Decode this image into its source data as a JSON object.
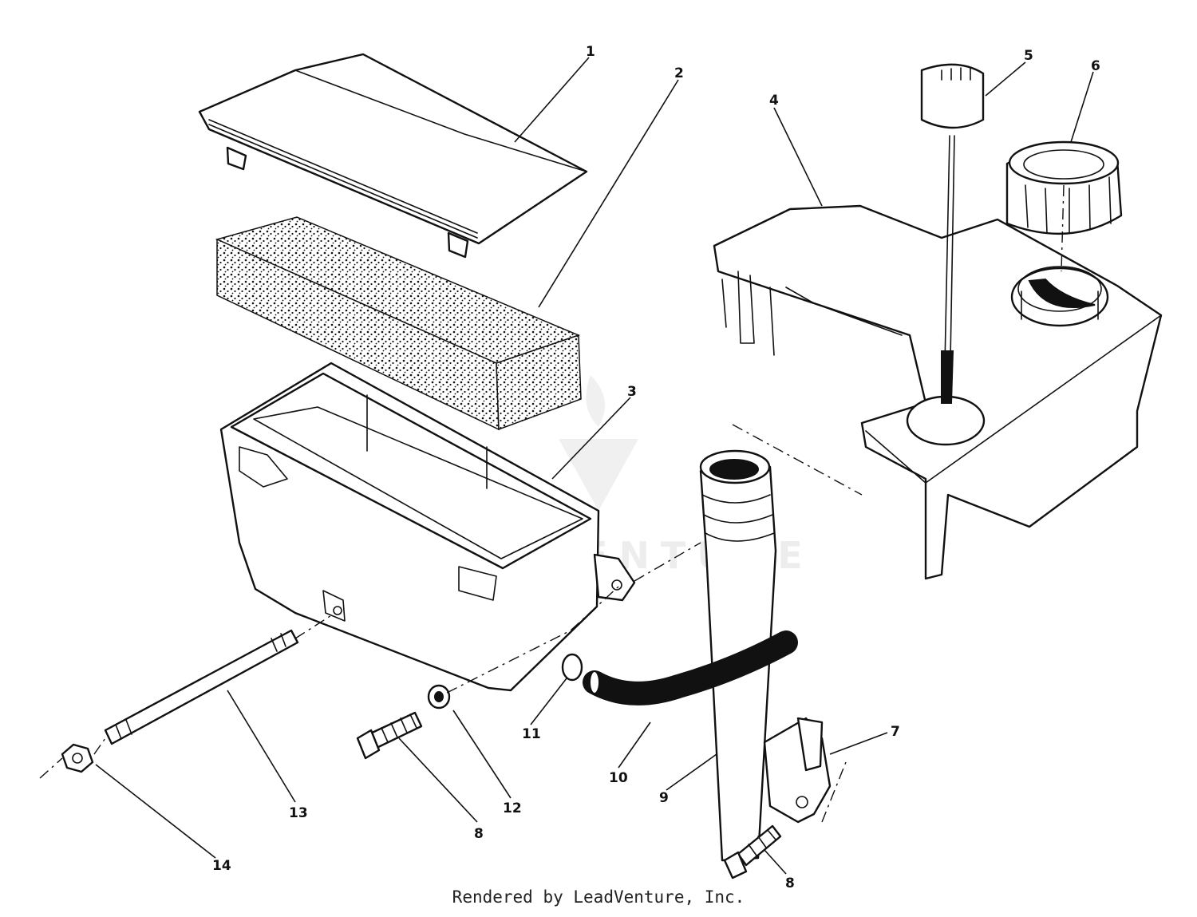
{
  "watermark": {
    "text": "LEADVENTURE"
  },
  "credit": "Rendered by LeadVenture, Inc.",
  "callouts": [
    {
      "id": "c1",
      "label": "1"
    },
    {
      "id": "c2",
      "label": "2"
    },
    {
      "id": "c3",
      "label": "3"
    },
    {
      "id": "c4",
      "label": "4"
    },
    {
      "id": "c5",
      "label": "5"
    },
    {
      "id": "c6",
      "label": "6"
    },
    {
      "id": "c7",
      "label": "7"
    },
    {
      "id": "c8a",
      "label": "8"
    },
    {
      "id": "c8b",
      "label": "8"
    },
    {
      "id": "c9",
      "label": "9"
    },
    {
      "id": "c10",
      "label": "10"
    },
    {
      "id": "c11",
      "label": "11"
    },
    {
      "id": "c12",
      "label": "12"
    },
    {
      "id": "c13",
      "label": "13"
    },
    {
      "id": "c14",
      "label": "14"
    }
  ],
  "colors": {
    "line": "#111111",
    "background": "#ffffff"
  }
}
